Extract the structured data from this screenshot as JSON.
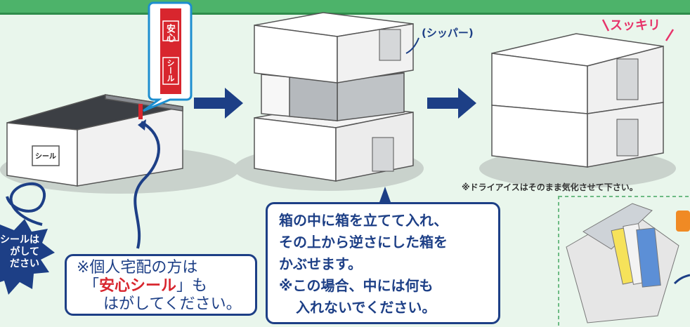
{
  "labels": {
    "seal_small": "シール",
    "tag_line1": "安心",
    "tag_line2": "シール",
    "zipper": "(シッパー)",
    "tidy": "スッキリ",
    "dry_ice_note": "※ドライアイスはそのまま気化させて下さい。"
  },
  "star_callout": {
    "line1": "シールは",
    "line2": "がして",
    "line3": "ださい"
  },
  "private_callout": {
    "line1": "※個人宅配の方は",
    "line2_open": "「",
    "line2_highlight": "安心シール",
    "line2_close": "」も",
    "line3": "はがしてください。"
  },
  "instructions": {
    "line1": "箱の中に箱を立てて入れ、",
    "line2": "その上から逆さにした箱を",
    "line3": "かぶせます。",
    "line4": "※この場合、中には何も",
    "line5": "入れないでください。"
  },
  "colors": {
    "navy": "#1d3f86",
    "red": "#d8262e",
    "pink": "#e7336a",
    "green": "#4db36a"
  }
}
